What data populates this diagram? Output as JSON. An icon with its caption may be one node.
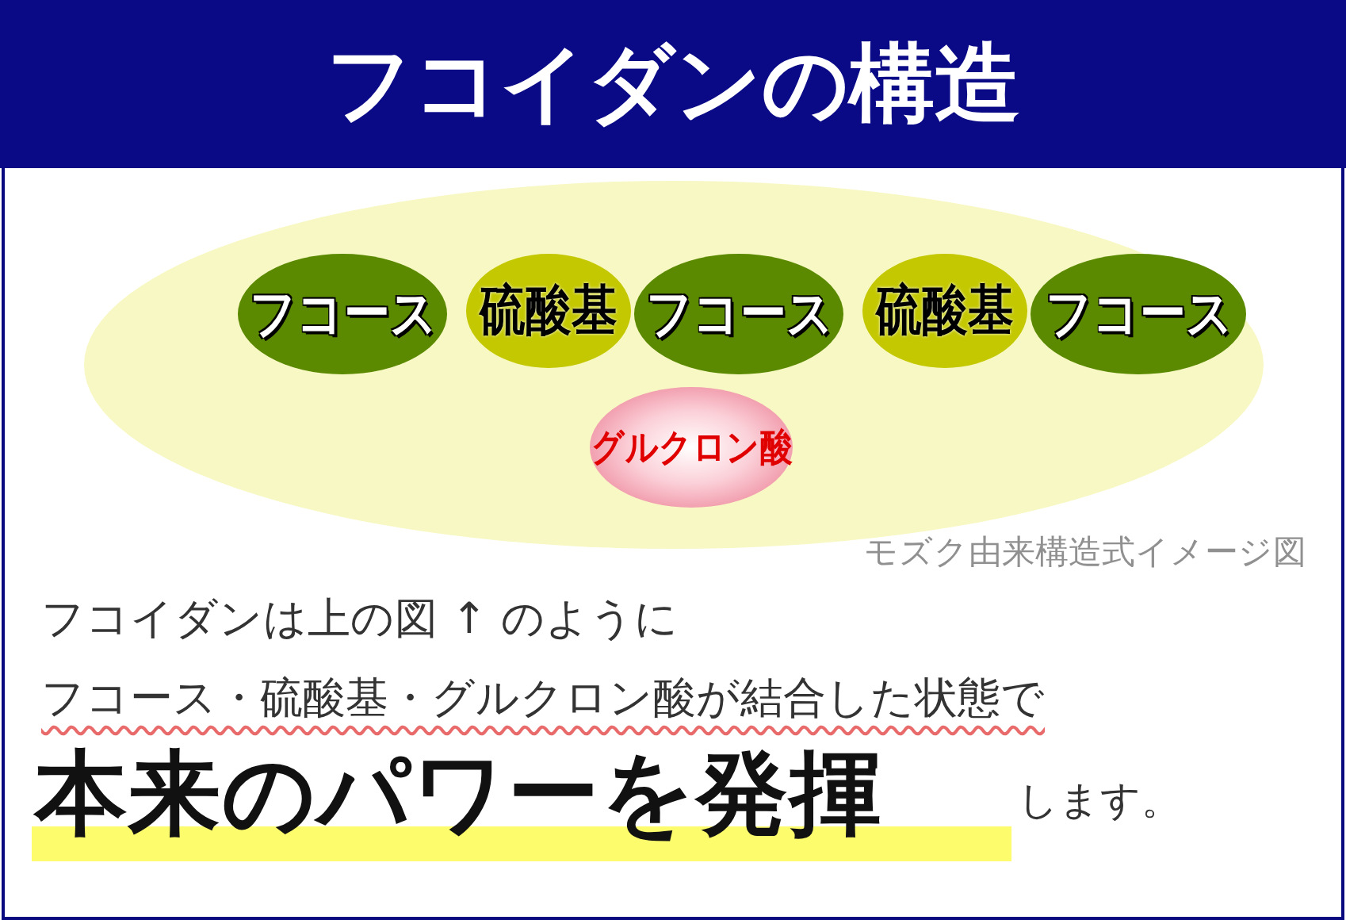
{
  "diagram": {
    "title": "フコイダンの構造",
    "nodes": [
      {
        "text": [],
        "shape": "ellipse"
      },
      {
        "text": [
          "フコース"
        ],
        "in": 0
      },
      {
        "text": [
          "硫酸基"
        ],
        "in": 0
      },
      {
        "text": [
          "フコース"
        ],
        "in": 0
      },
      {
        "text": [
          "硫酸基"
        ],
        "in": 0
      },
      {
        "text": [
          "フコース"
        ],
        "in": 0
      },
      {
        "text": [
          "グルクロン酸"
        ],
        "in": 0
      }
    ],
    "edges": [],
    "labels": [
      "モズク由来構造式イメージ図",
      "フコイダンは上の図 ↑ のように",
      "フコース・硫酸基・グルクロン酸が結合した状態で",
      "本来のパワーを発揮",
      "します。"
    ]
  }
}
